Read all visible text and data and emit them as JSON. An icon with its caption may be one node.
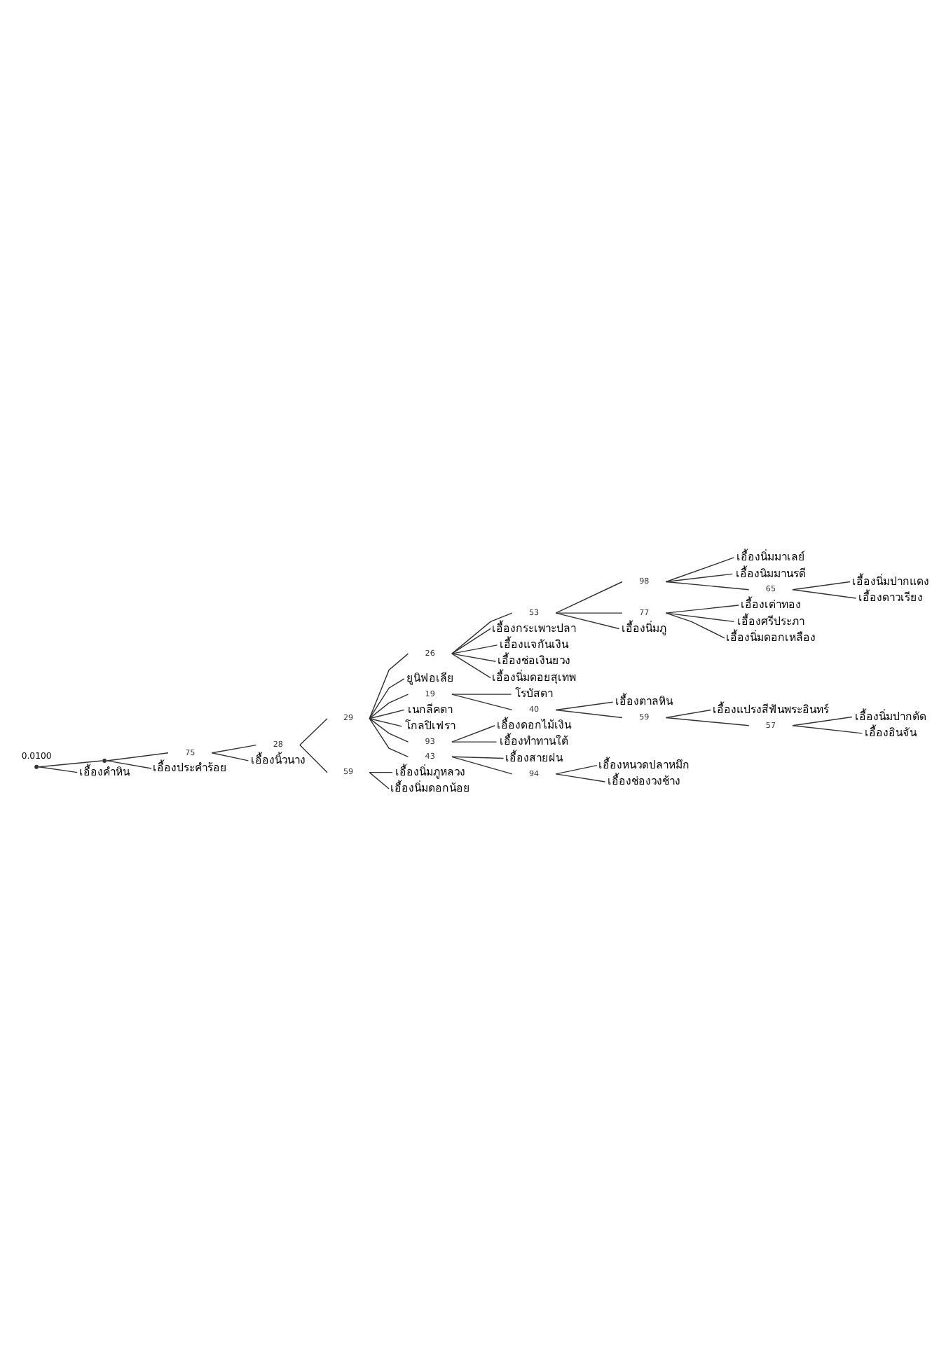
{
  "diagram": {
    "nodes": [
      {
        "text": [],
        "shape": "point"
      },
      {
        "text": [],
        "shape": "point"
      },
      {
        "text": [
          "75"
        ]
      },
      {
        "text": [
          "28"
        ]
      },
      {
        "text": [
          "29"
        ]
      },
      {
        "text": [
          "26"
        ]
      },
      {
        "text": [
          "53"
        ]
      },
      {
        "text": [
          "98"
        ]
      },
      {
        "text": [
          "เอื้องนิ่มมาเลย์"
        ]
      },
      {
        "text": [
          "เอื้องนิมมานรดี"
        ]
      },
      {
        "text": [
          "65"
        ]
      },
      {
        "text": [
          "เอื้องนิ่มปากแดง"
        ]
      },
      {
        "text": [
          "เอื้องดาวเรียง"
        ]
      },
      {
        "text": [
          "77"
        ]
      },
      {
        "text": [
          "เอื้องเต่าทอง"
        ]
      },
      {
        "text": [
          "เอื้องศรีประภา"
        ]
      },
      {
        "text": [
          "เอื้องนิ่มดอกเหลือง"
        ]
      },
      {
        "text": [
          "เอื้องนิ่มภู"
        ]
      },
      {
        "text": [
          "เอื้องกระเพาะปลา"
        ]
      },
      {
        "text": [
          "เอื้องแจกันเงิน"
        ]
      },
      {
        "text": [
          "เอื้องช่อเงินยวง"
        ]
      },
      {
        "text": [
          "เอื้องนิ่มดอยสุเทพ"
        ]
      },
      {
        "text": [
          "ยูนิฟอเลีย"
        ]
      },
      {
        "text": [
          "19"
        ]
      },
      {
        "text": [
          "โรบัสตา"
        ]
      },
      {
        "text": [
          "40"
        ]
      },
      {
        "text": [
          "เอื้องตาลหิน"
        ]
      },
      {
        "text": [
          "59"
        ]
      },
      {
        "text": [
          "เอื้องแปรงสีฟันพระอินทร์"
        ]
      },
      {
        "text": [
          "57"
        ]
      },
      {
        "text": [
          "เอื้องนิ่มปากตัด"
        ]
      },
      {
        "text": [
          "เอื้องอินจัน"
        ]
      },
      {
        "text": [
          "เนกลีคตา"
        ]
      },
      {
        "text": [
          "โกลปิเฟรา"
        ]
      },
      {
        "text": [
          "93"
        ]
      },
      {
        "text": [
          "เอื้องดอกไม้เงิน"
        ]
      },
      {
        "text": [
          "เอื้องทำทานใต้"
        ]
      },
      {
        "text": [
          "43"
        ]
      },
      {
        "text": [
          "เอื้องสายฝน"
        ]
      },
      {
        "text": [
          "94"
        ]
      },
      {
        "text": [
          "เอื้องหนวดปลาหมึก"
        ]
      },
      {
        "text": [
          "เอื้องช่องวงช้าง"
        ]
      },
      {
        "text": [
          "59"
        ]
      },
      {
        "text": [
          "เอื้องนิ่มภูหลวง"
        ]
      },
      {
        "text": [
          "เอื้องนิ่มดอกน้อย"
        ]
      },
      {
        "text": [
          "เอื้องนิ้วนาง"
        ]
      },
      {
        "text": [
          "เอื้องประคำร้อย"
        ]
      },
      {
        "text": [
          "เอื้องคำหิน"
        ]
      }
    ],
    "edges": [
      {
        "from": 0,
        "to": 1,
        "arrow": "none"
      },
      {
        "from": 1,
        "to": 2,
        "arrow": "none"
      },
      {
        "from": 2,
        "to": 3,
        "arrow": "none"
      },
      {
        "from": 3,
        "to": 4,
        "arrow": "none"
      },
      {
        "from": 4,
        "to": 5,
        "arrow": "none"
      },
      {
        "from": 5,
        "to": 6,
        "arrow": "none"
      },
      {
        "from": 6,
        "to": 7,
        "arrow": "none"
      },
      {
        "from": 7,
        "to": 8,
        "arrow": "none"
      },
      {
        "from": 7,
        "to": 9,
        "arrow": "none"
      },
      {
        "from": 7,
        "to": 10,
        "arrow": "none"
      },
      {
        "from": 10,
        "to": 11,
        "arrow": "none"
      },
      {
        "from": 10,
        "to": 12,
        "arrow": "none"
      },
      {
        "from": 6,
        "to": 13,
        "arrow": "none"
      },
      {
        "from": 13,
        "to": 14,
        "arrow": "none"
      },
      {
        "from": 13,
        "to": 15,
        "arrow": "none"
      },
      {
        "from": 13,
        "to": 16,
        "arrow": "none"
      },
      {
        "from": 6,
        "to": 17,
        "arrow": "none"
      },
      {
        "from": 5,
        "to": 18,
        "arrow": "none"
      },
      {
        "from": 5,
        "to": 19,
        "arrow": "none"
      },
      {
        "from": 5,
        "to": 20,
        "arrow": "none"
      },
      {
        "from": 5,
        "to": 21,
        "arrow": "none"
      },
      {
        "from": 4,
        "to": 22,
        "arrow": "none"
      },
      {
        "from": 4,
        "to": 23,
        "arrow": "none"
      },
      {
        "from": 23,
        "to": 24,
        "arrow": "none"
      },
      {
        "from": 23,
        "to": 25,
        "arrow": "none"
      },
      {
        "from": 25,
        "to": 26,
        "arrow": "none"
      },
      {
        "from": 25,
        "to": 27,
        "arrow": "none"
      },
      {
        "from": 27,
        "to": 28,
        "arrow": "none"
      },
      {
        "from": 27,
        "to": 29,
        "arrow": "none"
      },
      {
        "from": 29,
        "to": 30,
        "arrow": "none"
      },
      {
        "from": 29,
        "to": 31,
        "arrow": "none"
      },
      {
        "from": 4,
        "to": 32,
        "arrow": "none"
      },
      {
        "from": 4,
        "to": 33,
        "arrow": "none"
      },
      {
        "from": 4,
        "to": 34,
        "arrow": "none"
      },
      {
        "from": 34,
        "to": 35,
        "arrow": "none"
      },
      {
        "from": 34,
        "to": 36,
        "arrow": "none"
      },
      {
        "from": 4,
        "to": 37,
        "arrow": "none"
      },
      {
        "from": 37,
        "to": 38,
        "arrow": "none"
      },
      {
        "from": 37,
        "to": 39,
        "arrow": "none"
      },
      {
        "from": 39,
        "to": 40,
        "arrow": "none"
      },
      {
        "from": 39,
        "to": 41,
        "arrow": "none"
      },
      {
        "from": 3,
        "to": 42,
        "arrow": "none"
      },
      {
        "from": 42,
        "to": 43,
        "arrow": "none"
      },
      {
        "from": 42,
        "to": 44,
        "arrow": "none"
      },
      {
        "from": 2,
        "to": 45,
        "arrow": "none"
      },
      {
        "from": 1,
        "to": 46,
        "arrow": "none"
      },
      {
        "from": 0,
        "to": 47,
        "arrow": "none"
      }
    ],
    "labels": [
      "0.0100"
    ]
  }
}
